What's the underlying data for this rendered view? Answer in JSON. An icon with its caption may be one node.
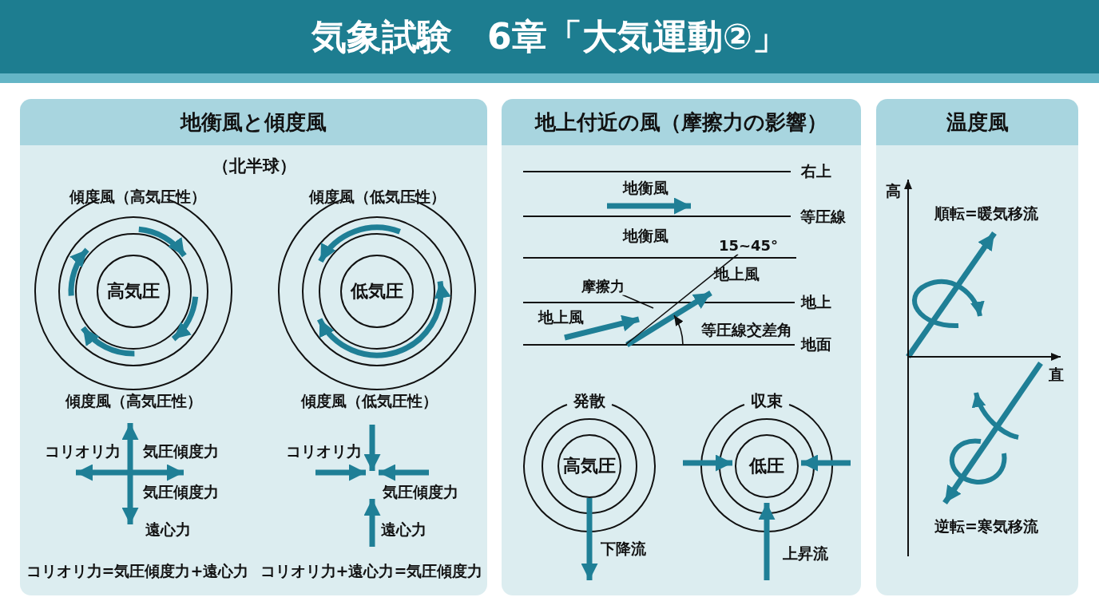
{
  "diagram": {
    "title": "気象試験　6章「大気運動②」",
    "nodes": [
      {
        "text": [
          "地衡風と傾度風"
        ]
      },
      {
        "text": [
          "地上付近の風（摩擦力の影響）"
        ]
      },
      {
        "text": [
          "温度風"
        ]
      },
      {
        "text": [
          "高気圧"
        ],
        "in": 0
      },
      {
        "text": [
          "低気圧"
        ],
        "in": 0
      },
      {
        "text": [
          "15~45°"
        ],
        "in": 1
      },
      {
        "text": [
          "摩擦力"
        ],
        "in": 1
      },
      {
        "text": [
          "高気圧"
        ],
        "in": 1,
        "beside": [
          "発散"
        ]
      },
      {
        "text": [
          "低圧"
        ],
        "in": 1,
        "beside": [
          "収束"
        ]
      }
    ],
    "edges": [
      {
        "from": 5,
        "to": null,
        "arrow": "none"
      },
      {
        "from": 6,
        "to": null,
        "arrow": "none"
      },
      {
        "from": 7,
        "to": null,
        "arrow": "to",
        "style": "thick",
        "color": "#1f7f96"
      }
    ],
    "labels": [
      "（北半球）",
      "傾度風（高気圧性）",
      "傾度風（低気圧性）",
      "傾度風（高気圧性）",
      "傾度風（低気圧性）",
      "コリオリ力",
      "気圧傾度力",
      "気圧傾度力",
      "遠心力",
      "コリオリ力",
      "気圧傾度力",
      "遠心力",
      "コリオリ力=気圧傾度力+遠心力",
      "コリオリ力+遠心力=気圧傾度力",
      "右上",
      "地衡風",
      "等圧線",
      "地衡風",
      "地上風",
      "地上",
      "地上風",
      "等圧線交差角",
      "地面",
      "下降流",
      "上昇流",
      "高",
      "順転=暖気移流",
      "直",
      "逆転=寒気移流"
    ]
  }
}
